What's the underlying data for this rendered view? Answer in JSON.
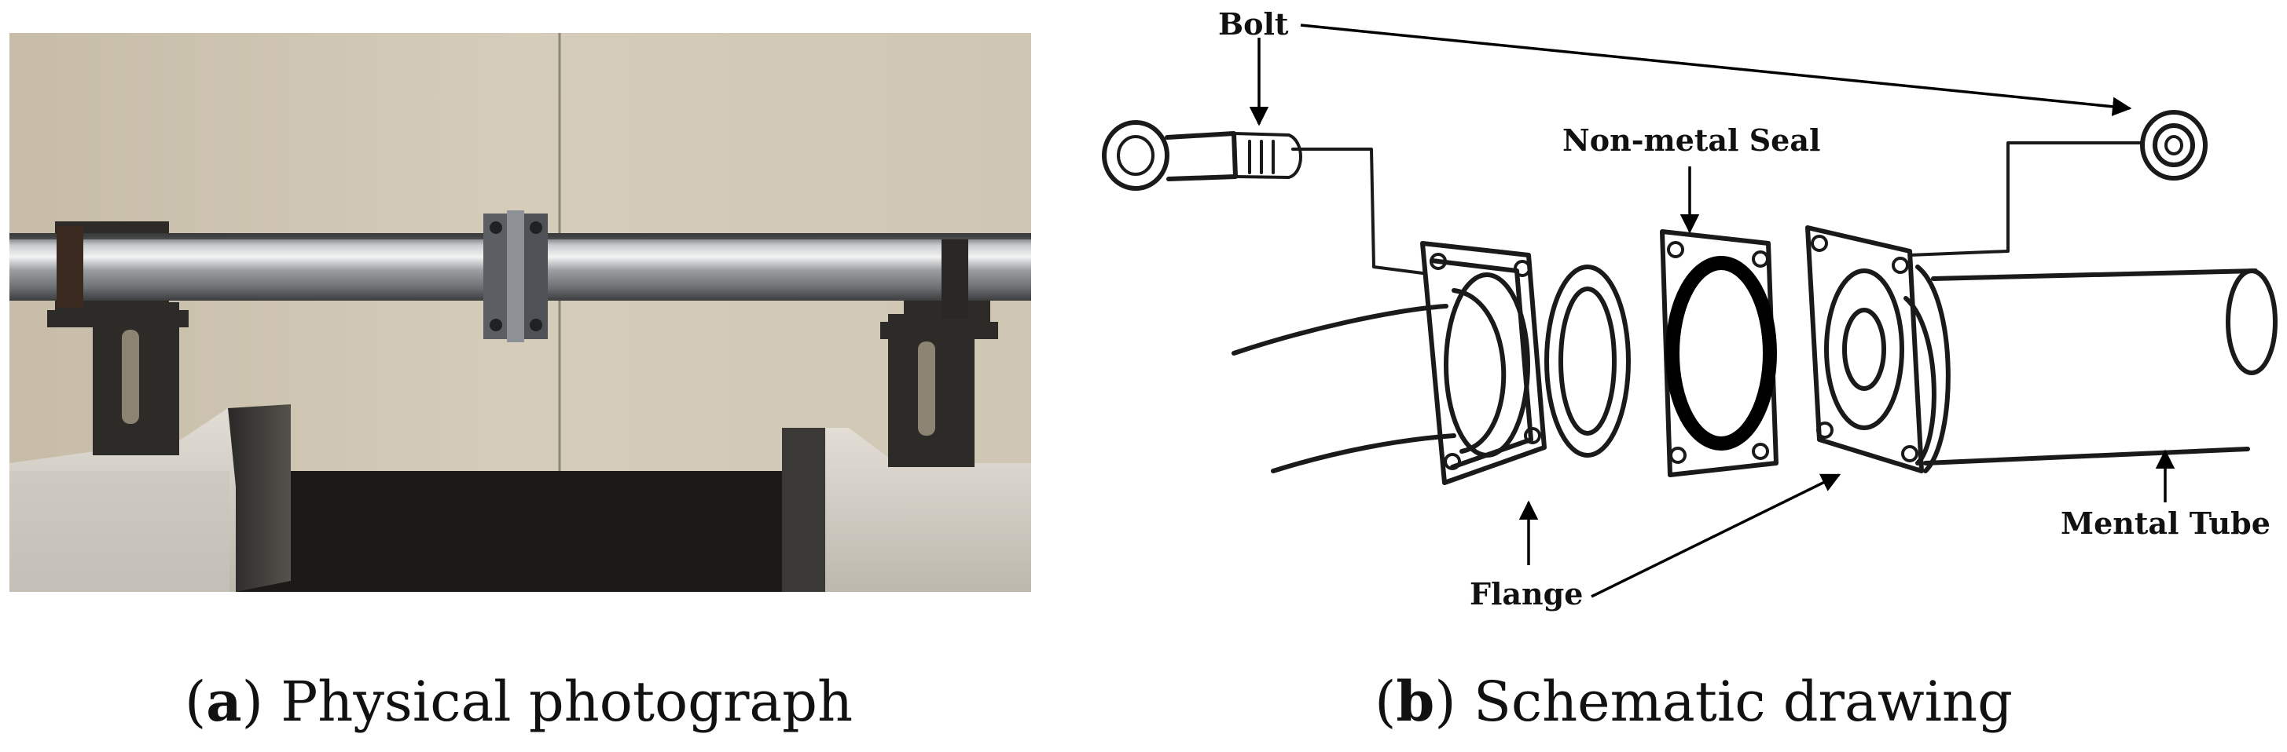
{
  "panel_a": {
    "caption_key": "a",
    "caption_text": " Physical photograph"
  },
  "panel_b": {
    "caption_key": "b",
    "caption_text": " Schematic drawing",
    "labels": {
      "bolt": "Bolt",
      "seal": "Non-metal Seal",
      "flange": "Flange",
      "tube": "Mental Tube"
    }
  },
  "colors": {
    "wall": "#cfc6b4",
    "tube_metal": "#a9acae",
    "bracket": "#2c2b28",
    "block": "#d9d6cf",
    "pit": "#1b1a18"
  }
}
